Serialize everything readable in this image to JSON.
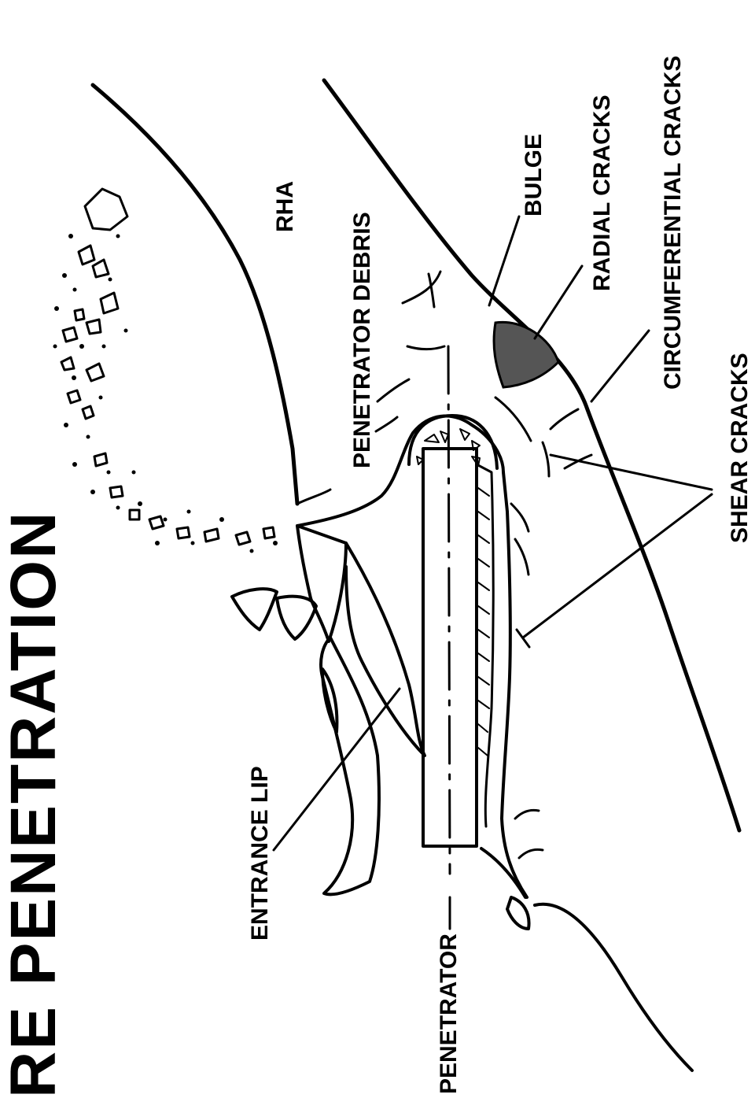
{
  "title": "RE PENETRATION",
  "labels": {
    "penetrator_debris": "PENETRATOR DEBRIS",
    "rha": "RHA",
    "bulge": "BULGE",
    "radial_cracks": "RADIAL CRACKS",
    "circumferential_cracks": "CIRCUMFERENTIAL CRACKS",
    "shear_cracks": "SHEAR CRACKS",
    "entrance_lip": "ENTRANCE LIP",
    "penetrator": "PENETRATOR"
  },
  "colors": {
    "ink": "#000000",
    "background": "#ffffff"
  }
}
